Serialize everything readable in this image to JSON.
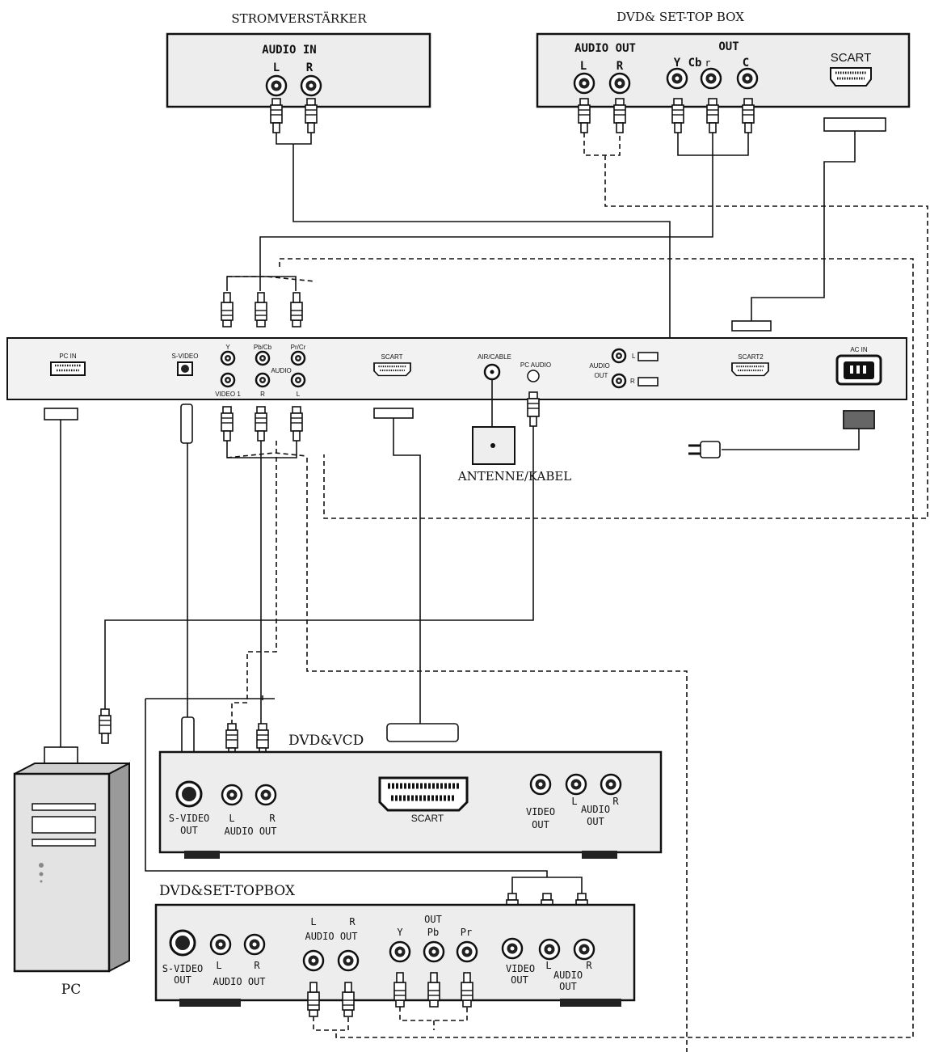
{
  "devices": {
    "amplifier": {
      "title": "STROMVERSTÄRKER",
      "audio_in": "AUDIO  IN",
      "l": "L",
      "r": "R"
    },
    "dvd_stb_top": {
      "title": "DVD&  SET-TOP BOX",
      "audio_out": "AUDIO OUT",
      "l": "L",
      "r": "R",
      "out": "OUT",
      "y": "Y",
      "cb": "Cb",
      "cr": "r",
      "c": "C",
      "scart": "SCART"
    },
    "tv_panel": {
      "pc_in": "PC IN",
      "s_video": "S-VIDEO",
      "y": "Y",
      "pb_cb": "Pb/Cb",
      "pr_cr": "Pr/Cr",
      "audio": "AUDIO",
      "video1": "VIDEO 1",
      "r": "R",
      "l": "L",
      "scart": "SCART",
      "air_cable": "AIR/CABLE",
      "pc_audio": "PC AUDIO",
      "audio_out_a": "AUDIO",
      "audio_out_b": "OUT",
      "scart2": "SCART2",
      "ac_in": "AC IN",
      "jack_l": "L",
      "jack_r": "R"
    },
    "antenna": {
      "label": "ANTENNE/KABEL"
    },
    "dvd_vcd": {
      "title": "DVD&VCD",
      "svideo": "S-VIDEO",
      "svideo_out": "OUT",
      "l": "L",
      "r": "R",
      "audio_out": "AUDIO  OUT",
      "scart": "SCART",
      "video": "VIDEO",
      "video_out": "OUT",
      "audio": "AUDIO",
      "audio_out2": "OUT",
      "l2": "L",
      "r2": "R"
    },
    "dvd_stb_bottom": {
      "title": "DVD&SET-TOPBOX",
      "svideo": "S-VIDEO",
      "svideo_out": "OUT",
      "l": "L",
      "r": "R",
      "audio_out": "AUDIO  OUT",
      "l_top": "L",
      "r_top": "R",
      "audio_out_top": "AUDIO  OUT",
      "out": "OUT",
      "y": "Y",
      "pb": "Pb",
      "pr": "Pr",
      "video": "VIDEO",
      "video_out": "OUT",
      "audio": "AUDIO",
      "audio_out2": "OUT",
      "l2": "L",
      "r2": "R"
    },
    "pc": {
      "label": "PC"
    }
  }
}
